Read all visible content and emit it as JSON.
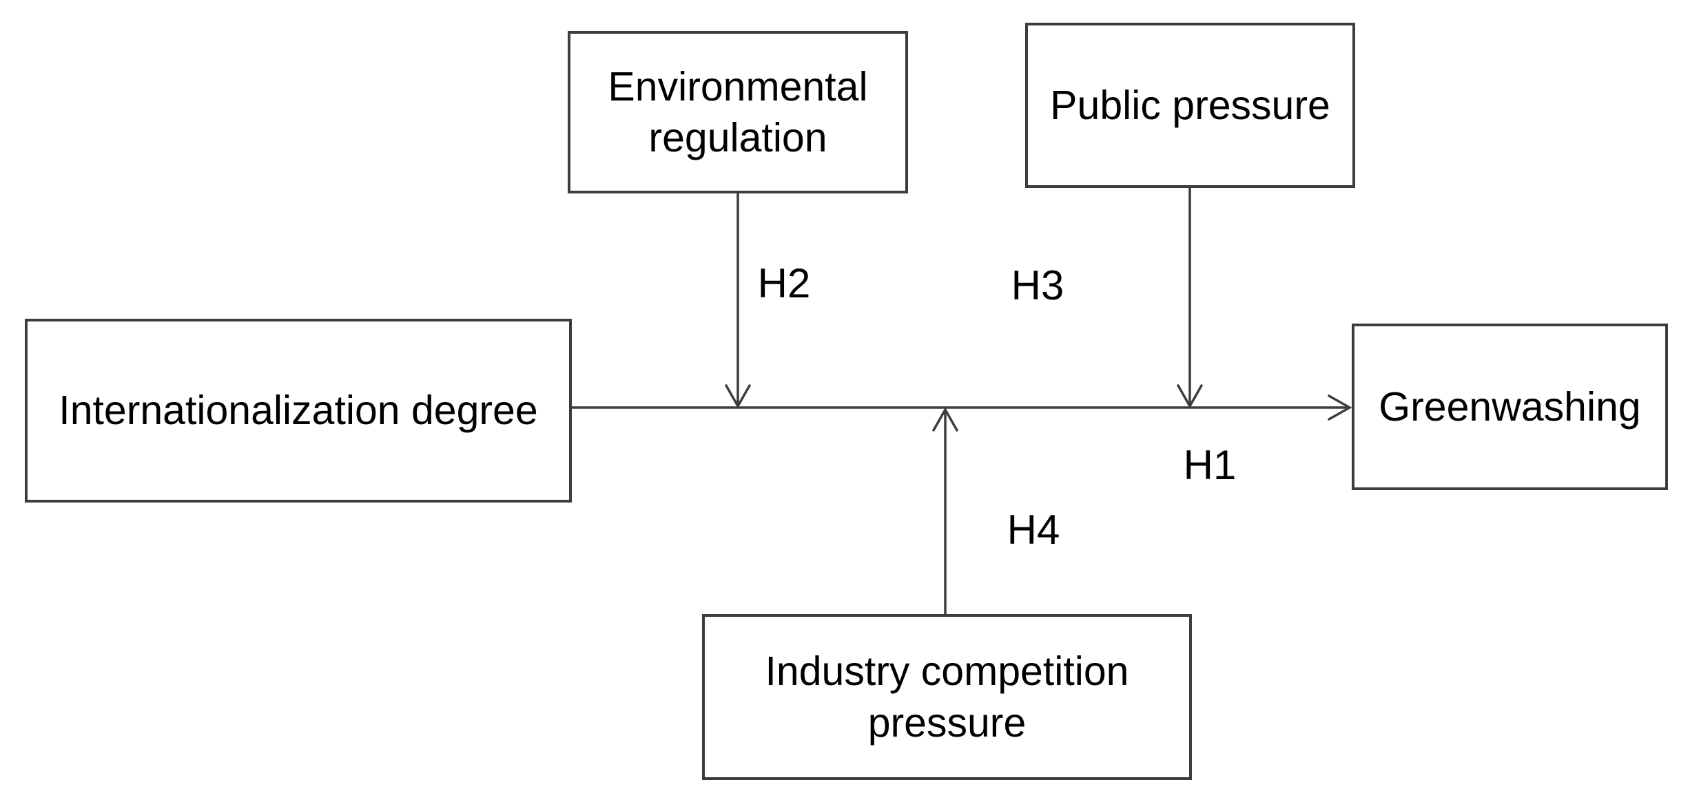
{
  "diagram": {
    "type": "conceptual-research-model",
    "background": "#ffffff",
    "line_color": "#3d3d3d",
    "text_color": "#000000",
    "box_fill": "#ffffff",
    "nodes": {
      "internationalization_degree": {
        "label": "Internationalization degree"
      },
      "environmental_regulation": {
        "label": "Environmental regulation"
      },
      "public_pressure": {
        "label": "Public pressure"
      },
      "greenwashing": {
        "label": "Greenwashing"
      },
      "industry_competition_pressure": {
        "label": "Industry competition pressure"
      }
    },
    "hypotheses": {
      "h1": "H1",
      "h2": "H2",
      "h3": "H3",
      "h4": "H4"
    },
    "edges": [
      {
        "label": "H1",
        "from": "internationalization_degree",
        "to": "greenwashing",
        "kind": "direct-effect"
      },
      {
        "label": "H2",
        "from": "environmental_regulation",
        "to": "h1-path",
        "kind": "moderation"
      },
      {
        "label": "H3",
        "from": "public_pressure",
        "to": "h1-path",
        "kind": "moderation"
      },
      {
        "label": "H4",
        "from": "industry_competition_pressure",
        "to": "h1-path",
        "kind": "moderation"
      }
    ]
  }
}
